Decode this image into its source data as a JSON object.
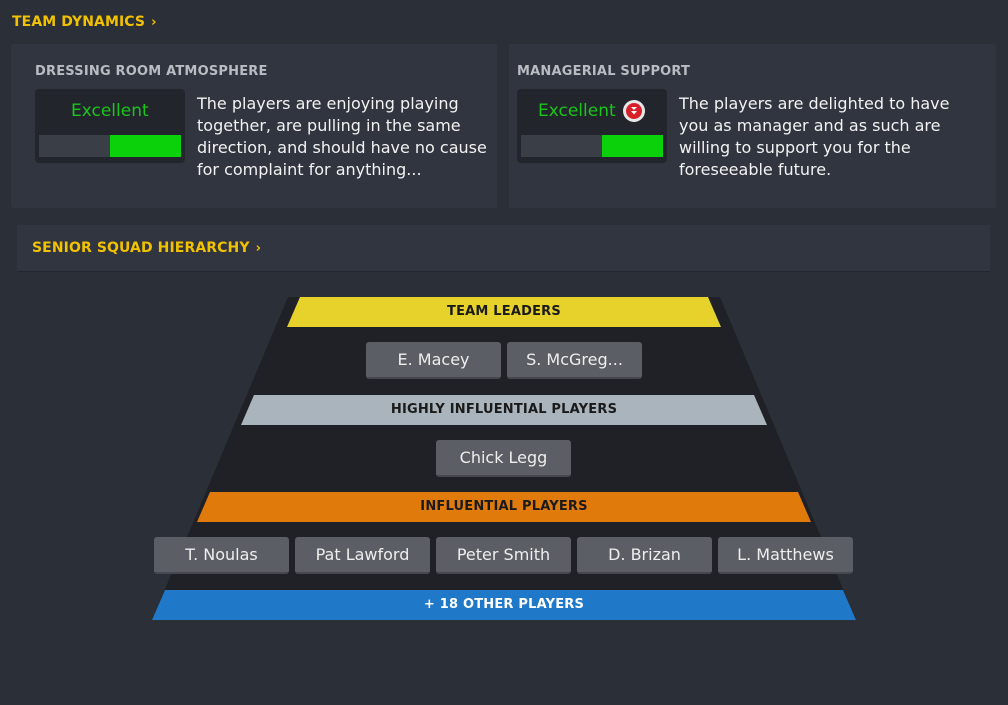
{
  "team_dynamics": {
    "title": "TEAM DYNAMICS",
    "chevron": "›",
    "dressing_room": {
      "title": "DRESSING ROOM ATMOSPHERE",
      "rating": "Excellent",
      "rating_fraction": 0.5,
      "description": "The players are enjoying playing together, are pulling in the same direction, and should have no cause for complaint for anything..."
    },
    "managerial_support": {
      "title": "MANAGERIAL SUPPORT",
      "rating": "Excellent",
      "rating_fraction": 0.43,
      "trend_icon": "down-arrow-icon",
      "description": "The players are delighted to have you as manager and as such are willing to support you for the foreseeable future."
    }
  },
  "hierarchy": {
    "title": "SENIOR SQUAD HIERARCHY",
    "chevron": "›",
    "tiers": [
      {
        "label": "TEAM LEADERS",
        "color": "#e6d22b",
        "text_color": "#1a1a1a",
        "players": [
          "E. Macey",
          "S. McGreg..."
        ]
      },
      {
        "label": "HIGHLY INFLUENTIAL PLAYERS",
        "color": "#a9b4bc",
        "text_color": "#1a1a1a",
        "players": [
          "Chick Legg"
        ]
      },
      {
        "label": "INFLUENTIAL PLAYERS",
        "color": "#e07a0b",
        "text_color": "#1a1a1a",
        "players": [
          "T. Noulas",
          "Pat Lawford",
          "Peter Smith",
          "D. Brizan",
          "L. Matthews"
        ]
      },
      {
        "label": "+ 18 OTHER PLAYERS",
        "color": "#1f78c8",
        "text_color": "#ffffff",
        "players": []
      }
    ]
  },
  "colors": {
    "background": "#2b2f38",
    "panel": "#31353f",
    "accent_title": "#f2c200",
    "rating_green": "#19c619",
    "pyramid_body": "#1f2127"
  }
}
